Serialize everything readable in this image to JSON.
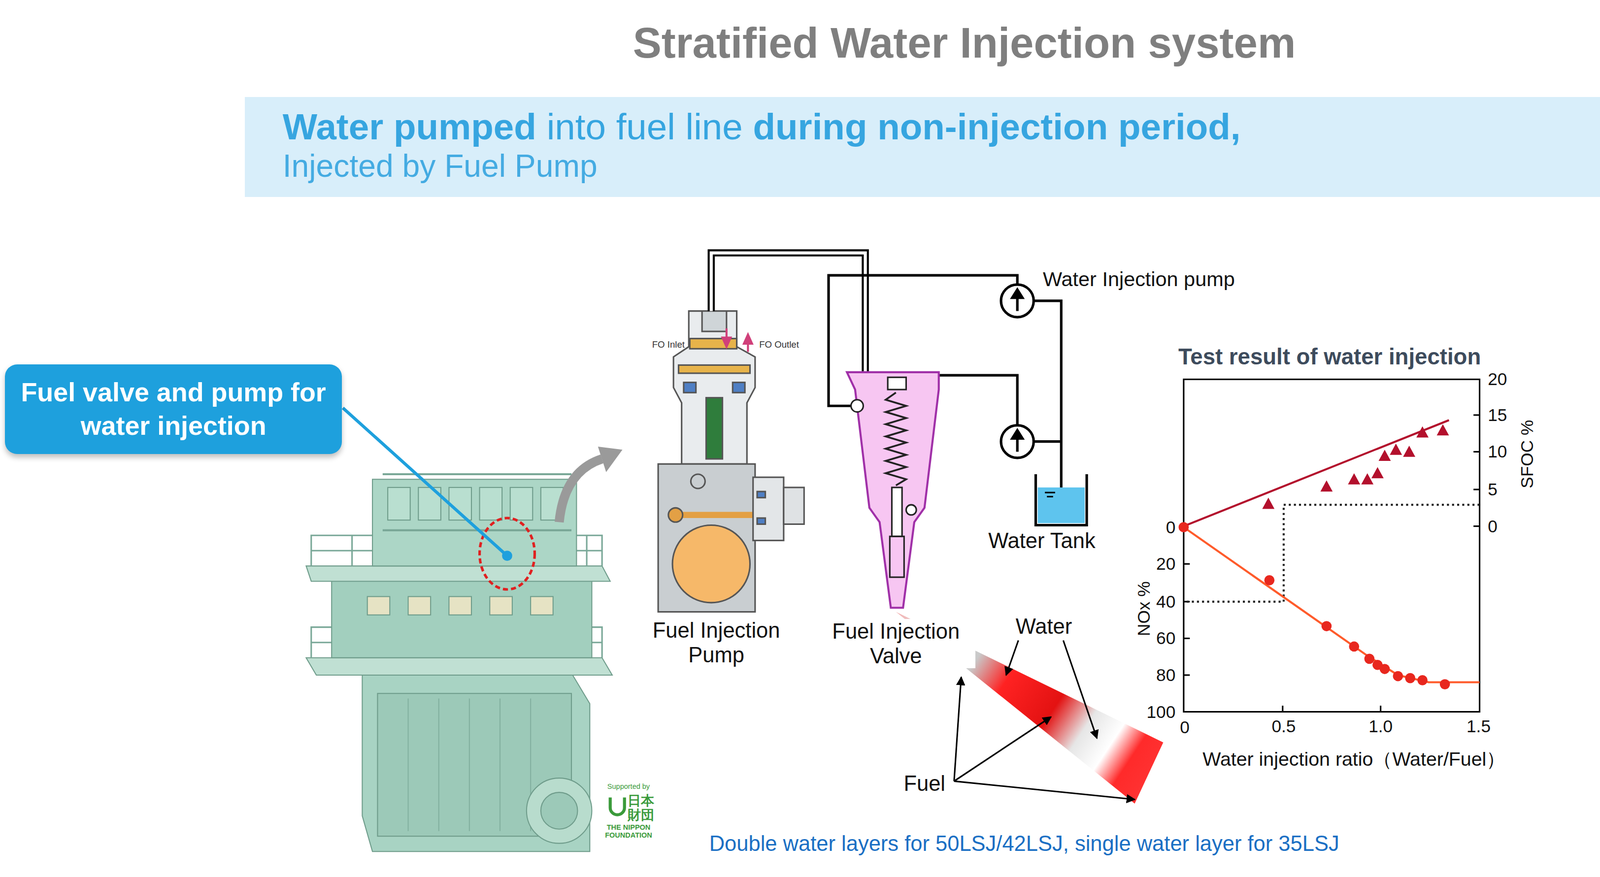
{
  "diagram": {
    "title": "Stratified Water Injection system",
    "caption": "Double water layers for 50LSJ/42LSJ, single water layer for 35LSJ",
    "nodes": [
      {
        "text": [
          "Water pumped",
          "into fuel line",
          "during non-injection period,",
          "Injected by Fuel Pump"
        ]
      },
      {
        "text": [
          "Fuel valve and pump for water injection"
        ]
      }
    ],
    "labels": [
      "FO Inlet",
      "FO Outlet",
      "Fuel Injection Pump",
      "Fuel Injection Valve",
      "Water Injection pump",
      "Water Tank",
      "Water",
      "Fuel",
      "Test result of water injection",
      "0",
      "20",
      "40",
      "60",
      "80",
      "100",
      "NOx %",
      "20",
      "15",
      "10",
      "5",
      "0",
      "SFOC %",
      "0",
      "0.5",
      "1.0",
      "1.5",
      "Water injection ratio（Water/Fuel）",
      "Supported by",
      "日本財団",
      "THE NIPPON FOUNDATION"
    ]
  }
}
